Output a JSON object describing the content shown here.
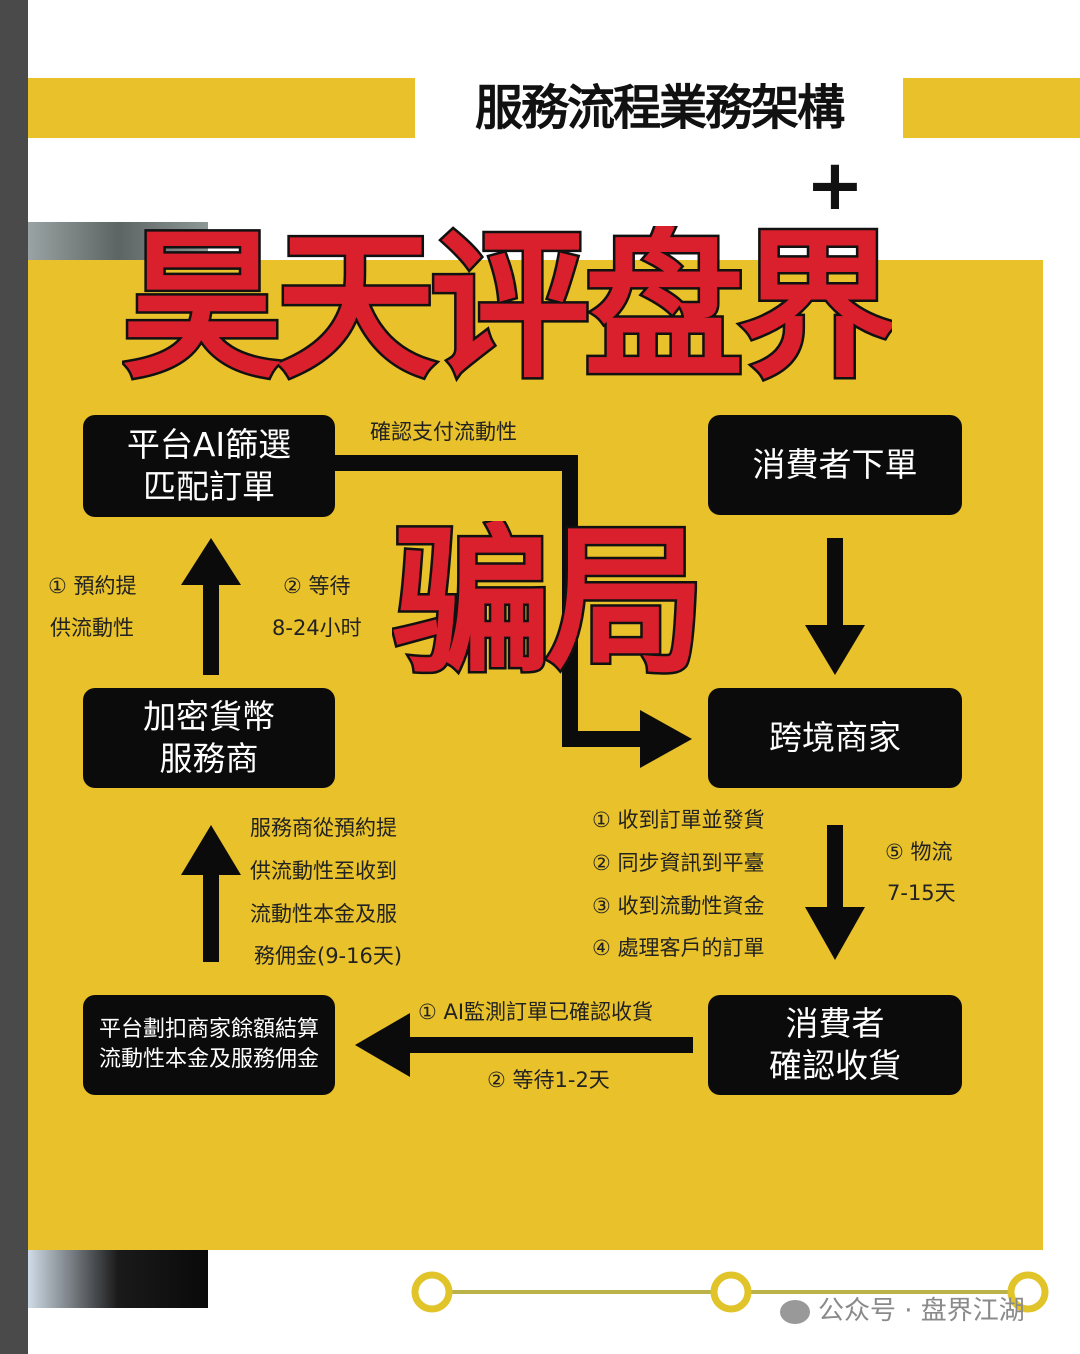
{
  "title": "服務流程業務架構",
  "plus": "+",
  "overlay": {
    "line1": "昊天评盘界",
    "line2": "骗局",
    "color": "#d9202c"
  },
  "colors": {
    "accent_yellow": "#e8c12b",
    "box": "#0b0b0b"
  },
  "boxes": {
    "platform_ai": [
      "平台AI篩選",
      "匹配訂單"
    ],
    "consumer_order": [
      "消費者下單"
    ],
    "crypto_provider": [
      "加密貨幣",
      "服務商"
    ],
    "merchant": [
      "跨境商家"
    ],
    "platform_deduct": [
      "平台劃扣商家餘額結算",
      "流動性本金及服務佣金"
    ],
    "consumer_confirm": [
      "消費者",
      "確認收貨"
    ]
  },
  "labels": {
    "confirm_pay": "確認支付流動性",
    "reserve": [
      "① 預約提",
      "供流動性"
    ],
    "wait": [
      "② 等待",
      "8-24小时"
    ],
    "provider_period": [
      "服務商從預約提",
      "供流動性至收到",
      "流動性本金及服",
      "務佣金(9-16天)"
    ],
    "merchant_steps": [
      "① 收到訂單並發貨",
      "② 同步資訊到平臺",
      "③ 收到流動性資金",
      "④ 處理客戶的訂單"
    ],
    "logistics": [
      "⑤ 物流",
      "7-15天"
    ],
    "ai_monitor": "① AI監測訂單已確認收貨",
    "wait_short": "② 等待1-2天"
  },
  "watermark": "公众号 · 盘界江湖"
}
